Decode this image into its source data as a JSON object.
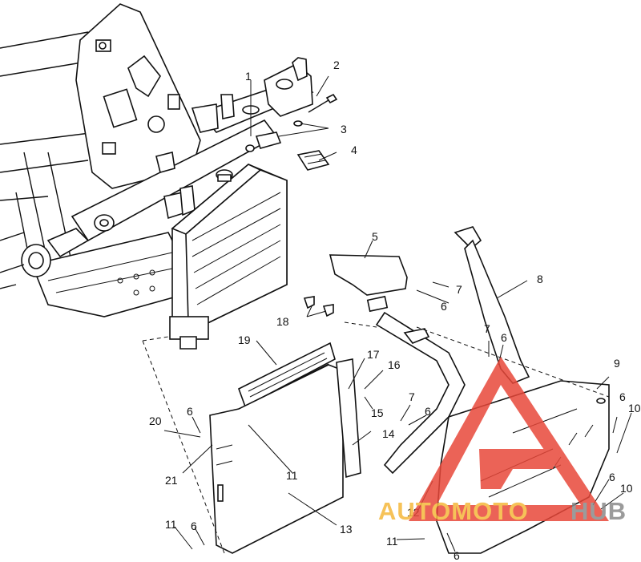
{
  "colors": {
    "line": "#111111",
    "background": "#ffffff",
    "watermark_red": "#e8483a",
    "watermark_yellow": "#f5b83c",
    "watermark_gray": "#8a8a8a"
  },
  "watermark": {
    "text_left": "AUTOMOTO",
    "text_right": "HUB"
  },
  "callouts": [
    {
      "id": "1",
      "label": "1"
    },
    {
      "id": "2",
      "label": "2"
    },
    {
      "id": "3",
      "label": "3"
    },
    {
      "id": "4",
      "label": "4"
    },
    {
      "id": "5",
      "label": "5"
    },
    {
      "id": "6a",
      "label": "6"
    },
    {
      "id": "7a",
      "label": "7"
    },
    {
      "id": "8",
      "label": "8"
    },
    {
      "id": "18",
      "label": "18"
    },
    {
      "id": "7b",
      "label": "7"
    },
    {
      "id": "6b",
      "label": "6"
    },
    {
      "id": "9",
      "label": "9"
    },
    {
      "id": "19",
      "label": "19"
    },
    {
      "id": "17",
      "label": "17"
    },
    {
      "id": "16",
      "label": "16"
    },
    {
      "id": "15",
      "label": "15"
    },
    {
      "id": "7c",
      "label": "7"
    },
    {
      "id": "6c",
      "label": "6"
    },
    {
      "id": "6d",
      "label": "6"
    },
    {
      "id": "10a",
      "label": "10"
    },
    {
      "id": "20",
      "label": "20"
    },
    {
      "id": "6e",
      "label": "6"
    },
    {
      "id": "14",
      "label": "14"
    },
    {
      "id": "11a",
      "label": "11"
    },
    {
      "id": "21",
      "label": "21"
    },
    {
      "id": "6f",
      "label": "6"
    },
    {
      "id": "10b",
      "label": "10"
    },
    {
      "id": "12",
      "label": "12"
    },
    {
      "id": "13",
      "label": "13"
    },
    {
      "id": "11b",
      "label": "11"
    },
    {
      "id": "6g",
      "label": "6"
    },
    {
      "id": "11c",
      "label": "11"
    },
    {
      "id": "6h",
      "label": "6"
    }
  ]
}
